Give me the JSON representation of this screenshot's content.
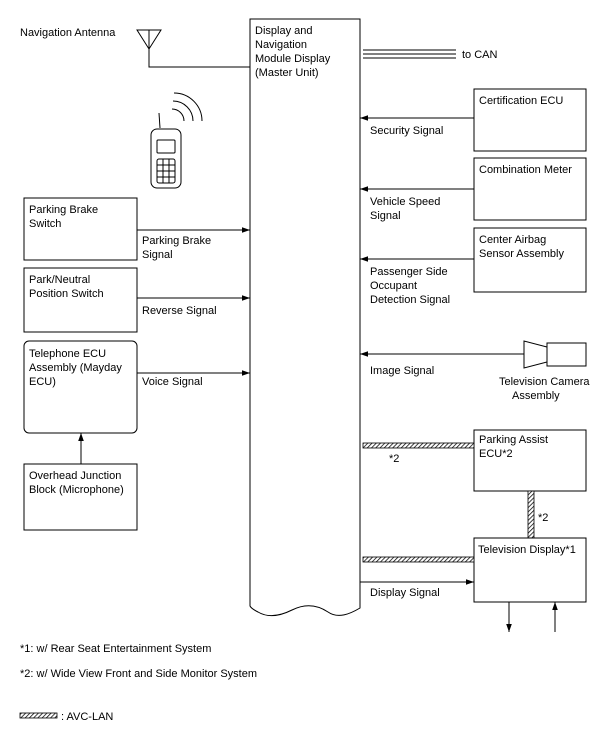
{
  "antenna": {
    "label": "Navigation Antenna"
  },
  "master": {
    "lines": [
      "Display and",
      "Navigation",
      "Module Display",
      "(Master Unit)"
    ]
  },
  "can": {
    "label": "to CAN"
  },
  "left_boxes": [
    {
      "lines": [
        "Parking Brake",
        "Switch"
      ]
    },
    {
      "lines": [
        "Park/Neutral",
        "Position Switch"
      ]
    },
    {
      "lines": [
        "Telephone ECU",
        "Assembly (Mayday",
        "ECU)"
      ]
    },
    {
      "lines": [
        "Overhead Junction",
        "Block (Microphone)"
      ]
    }
  ],
  "left_signals": [
    {
      "lines": [
        "Parking Brake",
        "Signal"
      ]
    },
    {
      "lines": [
        "Reverse Signal"
      ]
    },
    {
      "lines": [
        "Voice Signal"
      ]
    }
  ],
  "right_boxes": [
    {
      "lines": [
        "Certification ECU"
      ]
    },
    {
      "lines": [
        "Combination Meter"
      ]
    },
    {
      "lines": [
        "Center Airbag",
        "Sensor Assembly"
      ]
    },
    {
      "lines": [
        "Parking Assist",
        "ECU*2"
      ]
    },
    {
      "lines": [
        "Television Display*1"
      ]
    }
  ],
  "right_signals": [
    {
      "lines": [
        "Security Signal"
      ]
    },
    {
      "lines": [
        "Vehicle Speed",
        "Signal"
      ]
    },
    {
      "lines": [
        "Passenger Side",
        "Occupant",
        "Detection Signal"
      ]
    },
    {
      "lines": [
        "Image Signal"
      ]
    },
    {
      "lines": [
        "Display Signal"
      ]
    }
  ],
  "camera": {
    "lines": [
      "Television Camera",
      "Assembly"
    ]
  },
  "marks": {
    "avc_mark_1": "*2",
    "avc_mark_2": "*2"
  },
  "notes": [
    "*1: w/ Rear Seat Entertainment System",
    "*2: w/ Wide View Front and Side Monitor System"
  ],
  "legend": {
    "avc_lan": ": AVC-LAN"
  }
}
